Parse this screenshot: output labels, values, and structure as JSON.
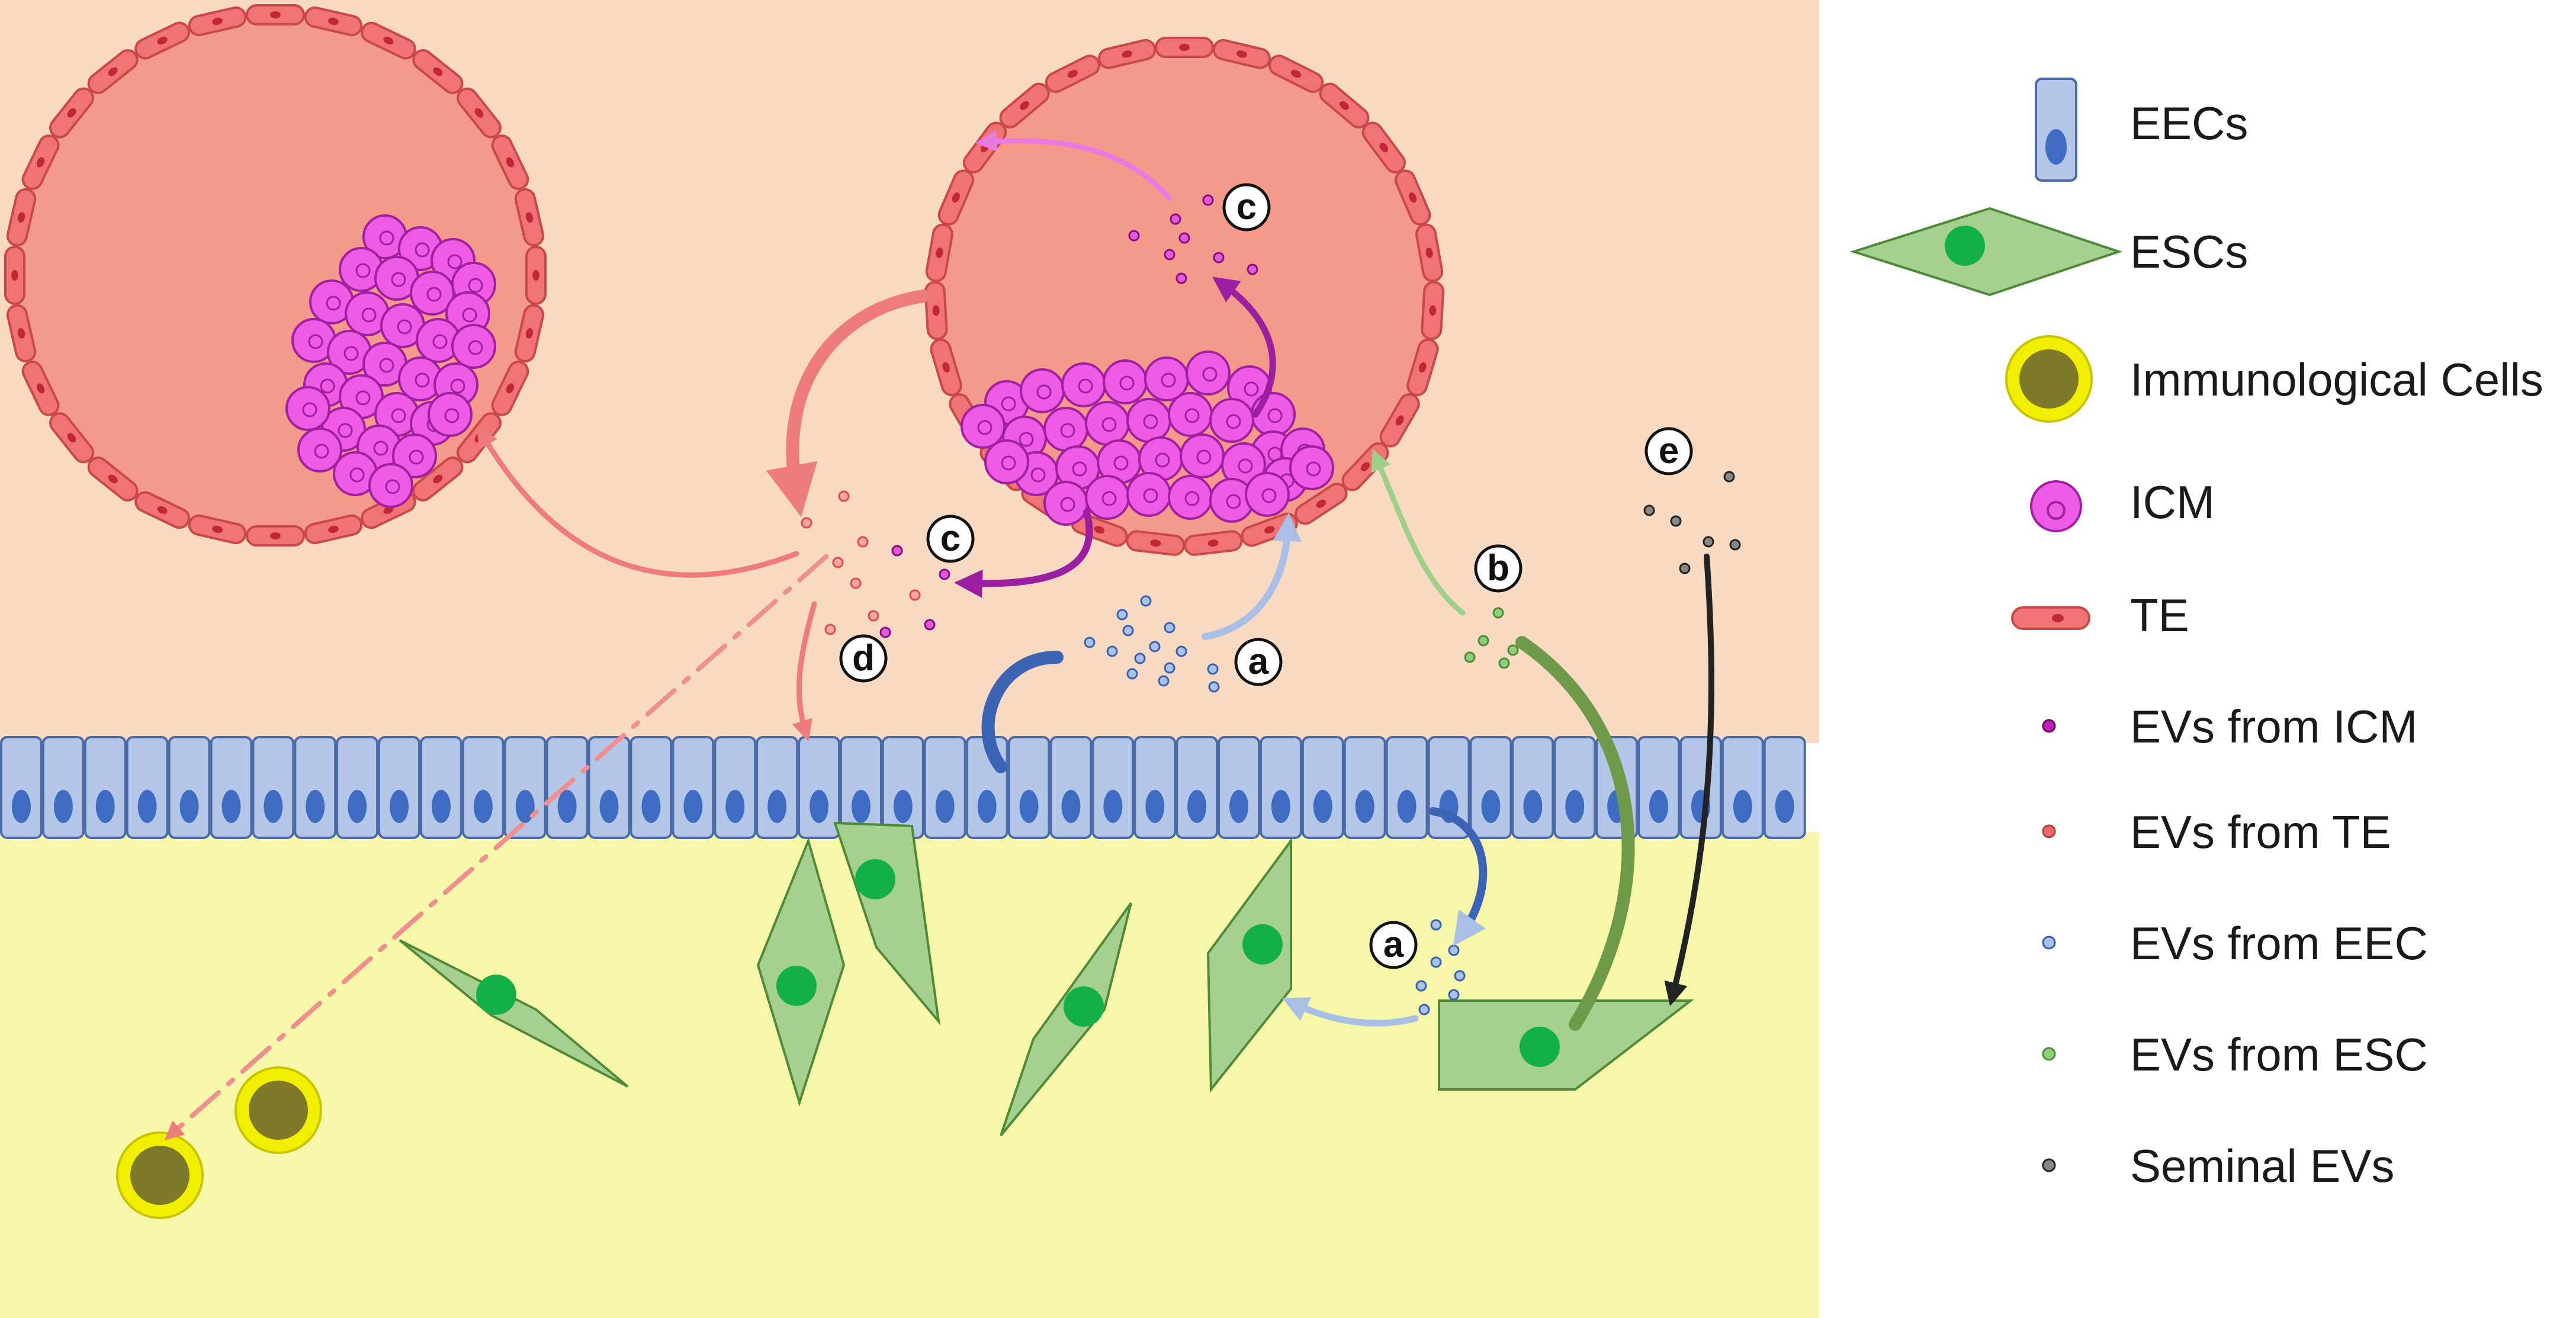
{
  "legend": {
    "items": [
      {
        "key": "eec",
        "label": "EECs"
      },
      {
        "key": "esc",
        "label": "ESCs"
      },
      {
        "key": "immune",
        "label": "Immunological Cells"
      },
      {
        "key": "icm",
        "label": "ICM"
      },
      {
        "key": "te",
        "label": "TE"
      },
      {
        "key": "ev_icm",
        "label": "EVs from ICM"
      },
      {
        "key": "ev_te",
        "label": "EVs from TE"
      },
      {
        "key": "ev_eec",
        "label": "EVs from EEC"
      },
      {
        "key": "ev_esc",
        "label": "EVs from ESC"
      },
      {
        "key": "ev_seminal",
        "label": "Seminal EVs"
      }
    ]
  },
  "pathway_labels": {
    "a_upper": "a",
    "a_lower": "a",
    "b": "b",
    "c_upper": "c",
    "c_middle": "c",
    "d": "d",
    "e": "e"
  },
  "colors": {
    "uterine_lumen": "#f8dac2",
    "stroma": "#f6f7a8",
    "eec_fill": "#b5c7e8",
    "eec_nucleus": "#3d6cc2",
    "esc_fill": "#a6d08f",
    "esc_nucleus": "#13b04a",
    "immune_ring": "#f2ee00",
    "immune_core": "#7f7a2a",
    "icm_fill": "#ee5ce6",
    "te_fill": "#f07474",
    "blastocoel": "#f49a8a",
    "ev_icm": "#c21fb9",
    "ev_te": "#ef6b6b",
    "ev_eec": "#4877c8",
    "ev_esc": "#6fb04f",
    "ev_seminal": "#333333"
  }
}
